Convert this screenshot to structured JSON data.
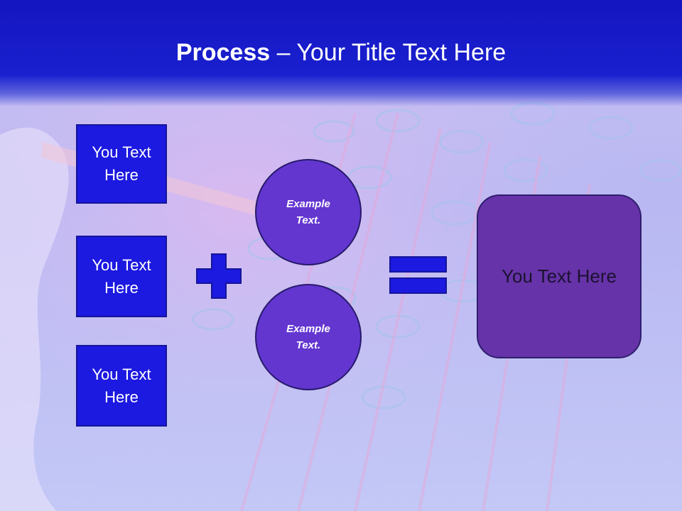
{
  "slide": {
    "title_bold": "Process",
    "title_rest": " – Your Title Text Here"
  },
  "inputs": [
    {
      "label": "You Text Here"
    },
    {
      "label": "You Text Here"
    },
    {
      "label": "You Text Here"
    }
  ],
  "circles": [
    {
      "label": "Example Text."
    },
    {
      "label": "Example Text."
    }
  ],
  "result": {
    "label": "You Text Here"
  },
  "colors": {
    "header": "#1a1ccc",
    "box_fill": "#1c19e0",
    "circle_fill": "#6336d0",
    "result_fill": "#6633a8",
    "symbol_fill": "#1c19e0"
  }
}
